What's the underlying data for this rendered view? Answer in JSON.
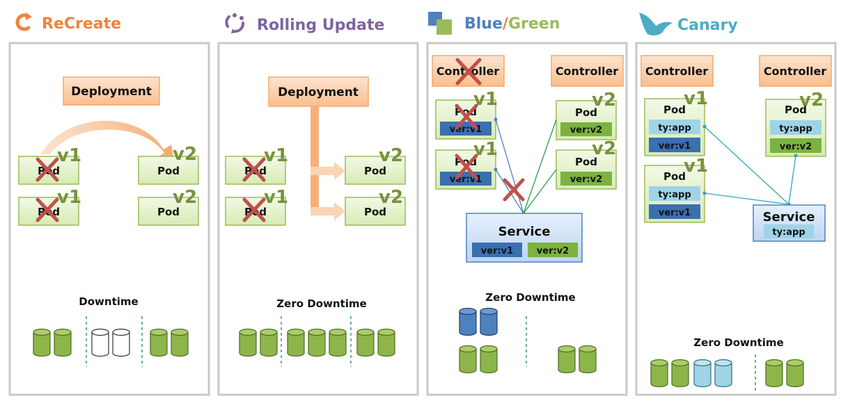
{
  "titles": {
    "recreate": "ReCreate",
    "rolling": "Rolling Update",
    "blue": "Blue",
    "slash": "/",
    "green": "Green",
    "canary": "Canary"
  },
  "labels": {
    "deployment": "Deployment",
    "controller": "Controller",
    "pod": "Pod",
    "service": "Service",
    "v1": "v1",
    "v2": "v2",
    "ver_v1": "ver:v1",
    "ver_v2": "ver:v2",
    "ty_app": "ty:app"
  },
  "captions": {
    "recreate": "Downtime",
    "rolling": "Zero Downtime",
    "bluegreen": "Zero Downtime",
    "canary": "Zero Downtime"
  },
  "colors": {
    "recreate_title": "#f0843c",
    "rolling_title": "#8064a2",
    "blue_title": "#4f81bd",
    "green_title": "#9bbb59",
    "canary_title": "#4bacc6",
    "orange_box": "#fcd5b4",
    "pod_fill": "#e2f0c9",
    "green_tag": "#7bb241",
    "blue_tag": "#3a6fb0",
    "lightblue_tag": "#9fd3e6",
    "service_fill": "#cfe2f8",
    "cross": "#c0504d"
  }
}
